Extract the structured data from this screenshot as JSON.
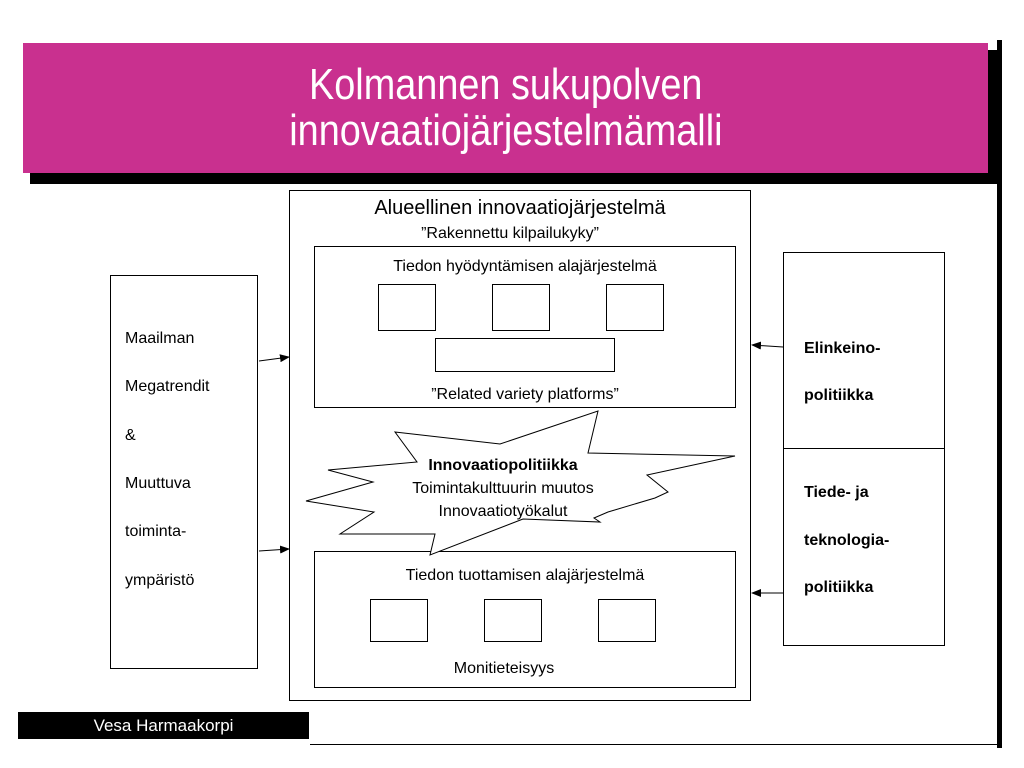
{
  "title": {
    "line1": "Kolmannen sukupolven",
    "line2": "innovaatiojärjestelmämalli",
    "color": "#c9308f"
  },
  "left_box": {
    "lines": [
      "Maailman",
      "Megatrendit",
      "&",
      "Muuttuva",
      "toiminta-",
      "ympäristö"
    ]
  },
  "regional": {
    "title": "Alueellinen innovaatiojärjestelmä",
    "subtitle": "”Rakennettu kilpailukyky”"
  },
  "utilization": {
    "title": "Tiedon hyödyntämisen alajärjestelmä",
    "footer": "”Related variety platforms”"
  },
  "starburst": {
    "title": "Innovaatiopolitiikka",
    "line2": "Toimintakulttuurin muutos",
    "line3": "Innovaatiotyökalut"
  },
  "production": {
    "title": "Tiedon tuottamisen alajärjestelmä",
    "footer": "Monitieteisyys"
  },
  "right_box": {
    "top": [
      "Elinkeino-",
      "politiikka"
    ],
    "bottom": [
      "Tiede- ja",
      "teknologia-",
      "politiikka"
    ]
  },
  "footer": {
    "author": "Vesa Harmaakorpi"
  }
}
